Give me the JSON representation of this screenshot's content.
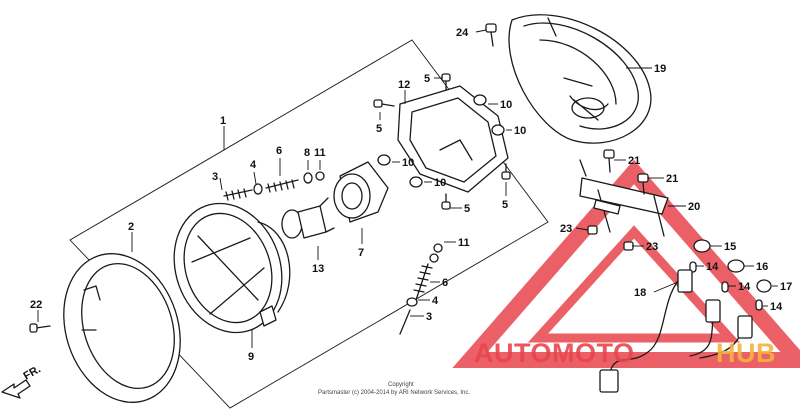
{
  "callouts": [
    {
      "id": "c24",
      "text": "24"
    },
    {
      "id": "c19",
      "text": "19"
    },
    {
      "id": "c12",
      "text": "12"
    },
    {
      "id": "c5a",
      "text": "5"
    },
    {
      "id": "c10a",
      "text": "10"
    },
    {
      "id": "c5b",
      "text": "5"
    },
    {
      "id": "c10b",
      "text": "10"
    },
    {
      "id": "c10c",
      "text": "10"
    },
    {
      "id": "c10d",
      "text": "10"
    },
    {
      "id": "c5c",
      "text": "5"
    },
    {
      "id": "c5d",
      "text": "5"
    },
    {
      "id": "c1",
      "text": "1"
    },
    {
      "id": "c6a",
      "text": "6"
    },
    {
      "id": "c8",
      "text": "8"
    },
    {
      "id": "c11a",
      "text": "11"
    },
    {
      "id": "c4a",
      "text": "4"
    },
    {
      "id": "c3a",
      "text": "3"
    },
    {
      "id": "c2",
      "text": "2"
    },
    {
      "id": "c7",
      "text": "7"
    },
    {
      "id": "c13",
      "text": "13"
    },
    {
      "id": "c11b",
      "text": "11"
    },
    {
      "id": "c6b",
      "text": "6"
    },
    {
      "id": "c4b",
      "text": "4"
    },
    {
      "id": "c3b",
      "text": "3"
    },
    {
      "id": "c9",
      "text": "9"
    },
    {
      "id": "c22",
      "text": "22"
    },
    {
      "id": "c21a",
      "text": "21"
    },
    {
      "id": "c21b",
      "text": "21"
    },
    {
      "id": "c20",
      "text": "20"
    },
    {
      "id": "c23a",
      "text": "23"
    },
    {
      "id": "c23b",
      "text": "23"
    },
    {
      "id": "c15",
      "text": "15"
    },
    {
      "id": "c14a",
      "text": "14"
    },
    {
      "id": "c16",
      "text": "16"
    },
    {
      "id": "c14b",
      "text": "14"
    },
    {
      "id": "c17",
      "text": "17"
    },
    {
      "id": "c18",
      "text": "18"
    },
    {
      "id": "c14c",
      "text": "14"
    }
  ],
  "front_label": "FR.",
  "copyright": {
    "line1": "Copyright",
    "line2": "Partsmaster (c) 2004-2014 by ARI Network Services, Inc."
  },
  "watermark": {
    "text_red": "AUTOMOTO",
    "text_gold": "HUB",
    "colors": {
      "red": "#e8454c",
      "gold": "#f2b43c"
    }
  }
}
